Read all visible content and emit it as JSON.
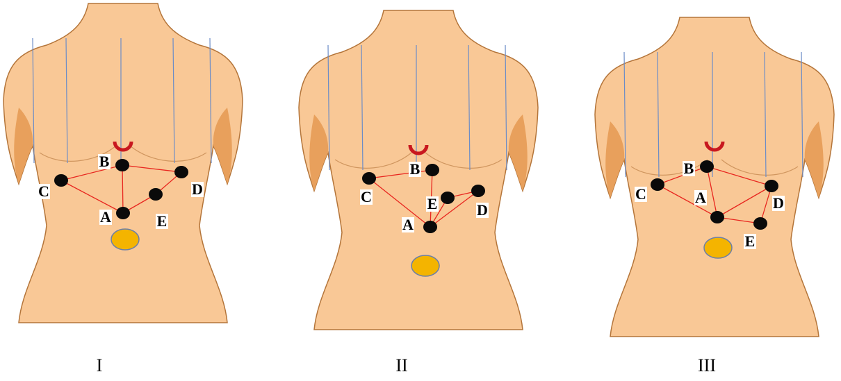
{
  "figure": {
    "panels": [
      {
        "caption": "I",
        "colors": {
          "skin": "#f9c896",
          "shadow": "#e8a05c",
          "outline": "#b4753a",
          "edge": "#e8261f",
          "node": "#0a0a0a",
          "navel": "#f4b400",
          "sternum": "#c8181f"
        },
        "nodes": [
          {
            "id": "A",
            "label": "A"
          },
          {
            "id": "B",
            "label": "B"
          },
          {
            "id": "C",
            "label": "C"
          },
          {
            "id": "D",
            "label": "D"
          },
          {
            "id": "E",
            "label": "E"
          }
        ],
        "edges": [
          [
            "C",
            "B"
          ],
          [
            "B",
            "D"
          ],
          [
            "C",
            "A"
          ],
          [
            "B",
            "A"
          ],
          [
            "A",
            "E"
          ],
          [
            "E",
            "D"
          ]
        ]
      },
      {
        "caption": "II",
        "colors": {
          "skin": "#f9c896",
          "shadow": "#e8a05c",
          "outline": "#b4753a",
          "edge": "#e8261f",
          "node": "#0a0a0a",
          "navel": "#f4b400",
          "sternum": "#c8181f"
        },
        "nodes": [
          {
            "id": "A",
            "label": "A"
          },
          {
            "id": "B",
            "label": "B"
          },
          {
            "id": "C",
            "label": "C"
          },
          {
            "id": "D",
            "label": "D"
          },
          {
            "id": "E",
            "label": "E"
          }
        ],
        "edges": [
          [
            "C",
            "B"
          ],
          [
            "C",
            "A"
          ],
          [
            "B",
            "A"
          ],
          [
            "A",
            "E"
          ],
          [
            "A",
            "D"
          ],
          [
            "E",
            "D"
          ]
        ]
      },
      {
        "caption": "III",
        "colors": {
          "skin": "#f9c896",
          "shadow": "#e8a05c",
          "outline": "#b4753a",
          "edge": "#e8261f",
          "node": "#0a0a0a",
          "navel": "#f4b400",
          "sternum": "#c8181f"
        },
        "nodes": [
          {
            "id": "A",
            "label": "A"
          },
          {
            "id": "B",
            "label": "B"
          },
          {
            "id": "C",
            "label": "C"
          },
          {
            "id": "D",
            "label": "D"
          },
          {
            "id": "E",
            "label": "E"
          }
        ],
        "edges": [
          [
            "C",
            "B"
          ],
          [
            "B",
            "D"
          ],
          [
            "C",
            "A"
          ],
          [
            "B",
            "A"
          ],
          [
            "A",
            "D"
          ],
          [
            "A",
            "E"
          ],
          [
            "E",
            "D"
          ]
        ]
      }
    ]
  }
}
